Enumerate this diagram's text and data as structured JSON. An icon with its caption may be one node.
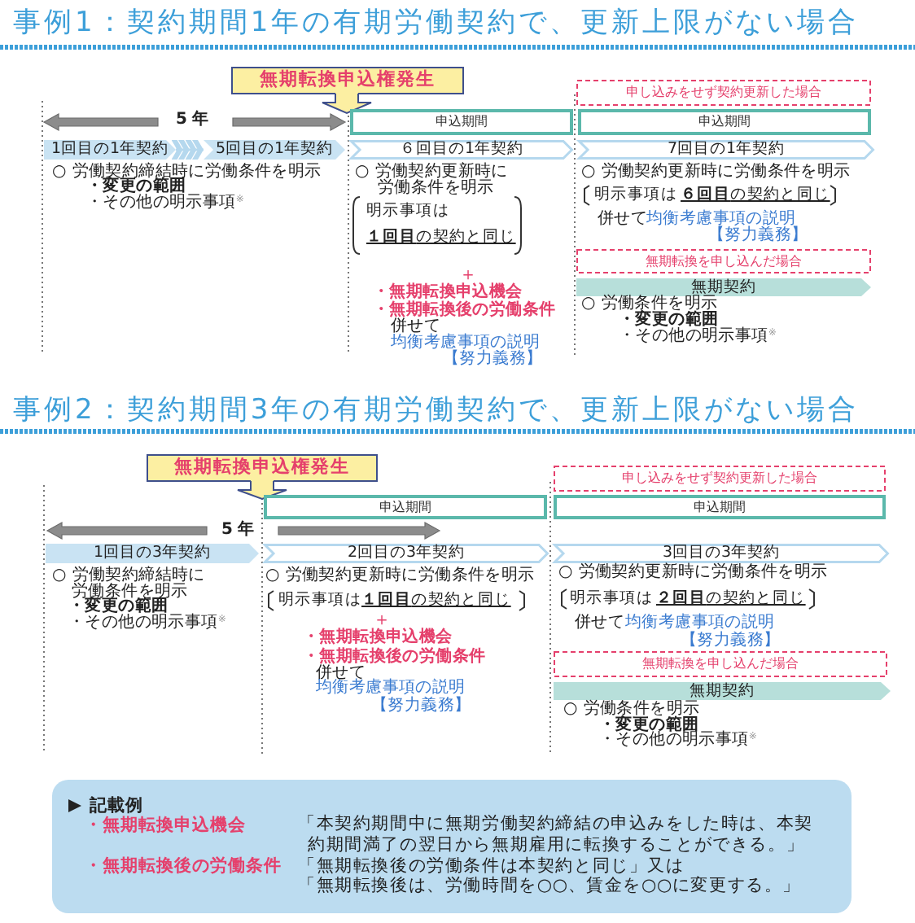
{
  "diagram": {
    "nodes": [
      {
        "text": [
          "無期転換申込権発生"
        ]
      },
      {
        "text": [
          "申し込みをせず契約更新した場合"
        ]
      },
      {
        "text": [
          "申込期間"
        ]
      },
      {
        "text": [
          "申込期間"
        ]
      },
      {
        "text": [
          "1回目の1年契約"
        ]
      },
      {
        "text": [
          "5回目の1年契約"
        ]
      },
      {
        "text": [
          "６回目の1年契約"
        ]
      },
      {
        "text": [
          "7回目の1年契約"
        ]
      },
      {
        "text": [
          "無期転換を申し込んだ場合"
        ]
      },
      {
        "text": [
          "無期契約"
        ]
      },
      {
        "text": [
          "無期転換申込権発生"
        ]
      },
      {
        "text": [
          "申し込みをせず契約更新した場合"
        ]
      },
      {
        "text": [
          "申込期間"
        ]
      },
      {
        "text": [
          "申込期間"
        ]
      },
      {
        "text": [
          "1回目の3年契約"
        ]
      },
      {
        "text": [
          "2回目の3年契約"
        ]
      },
      {
        "text": [
          "3回目の3年契約"
        ]
      },
      {
        "text": [
          "無期転換を申し込んだ場合"
        ]
      },
      {
        "text": [
          "無期契約"
        ]
      },
      {
        "text": [
          "記載例",
          "・無期転換申込機会",
          "「本契約期間中に無期労働契約締結の申込みをした時は、本契約期間満了の翌日から無期雇用に転換することができる。」",
          "・無期転換後の労働条件",
          "「無期転換後の労働条件は本契約と同じ」又は",
          "「無期転換後は、労働時間を○○、賃金を○○に変更する。」"
        ]
      }
    ],
    "edges": [
      {
        "from": 4,
        "to": 5,
        "arrow": "to"
      }
    ],
    "labels": [
      "事例1：契約期間1年の有期労働契約で、更新上限がない場合",
      "5年",
      "○ 労働契約締結時に労働条件を明示",
      "・変更の範囲",
      "・その他の明示事項$^{※}$",
      "○ 労働契約更新時に労働条件を明示",
      "明示事項は",
      "**１回目**の契約と同じ",
      "＋",
      "・無期転換申込機会",
      "・無期転換後の労働条件",
      "併せて",
      "均衡考慮事項の説明",
      "【努力義務】",
      "○ 労働契約更新時に労働条件を明示",
      "明示事項は",
      "**６回目**の契約と同じ",
      "併せて",
      "均衡考慮事項の説明",
      "【努力義務】",
      "○ 労働条件を明示",
      "・変更の範囲",
      "・その他の明示事項$^{※}$",
      "事例2：契約期間3年の有期労働契約で、更新上限がない場合",
      "5年",
      "○ 労働契約締結時に労働条件を明示",
      "・変更の範囲",
      "・その他の明示事項$^{※}$",
      "○ 労働契約更新時に労働条件を明示",
      "明示事項は",
      "**１回目**の契約と同じ",
      "＋",
      "・無期転換申込機会",
      "・無期転換後の労働条件",
      "併せて",
      "均衡考慮事項の説明",
      "【努力義務】",
      "○ 労働契約更新時に労働条件を明示",
      "明示事項は",
      "**２回目**の契約と同じ",
      "併せて",
      "均衡考慮事項の説明",
      "【努力義務】",
      "○ 労働条件を明示",
      "・変更の範囲",
      "・その他の明示事項$^{※}$"
    ]
  }
}
